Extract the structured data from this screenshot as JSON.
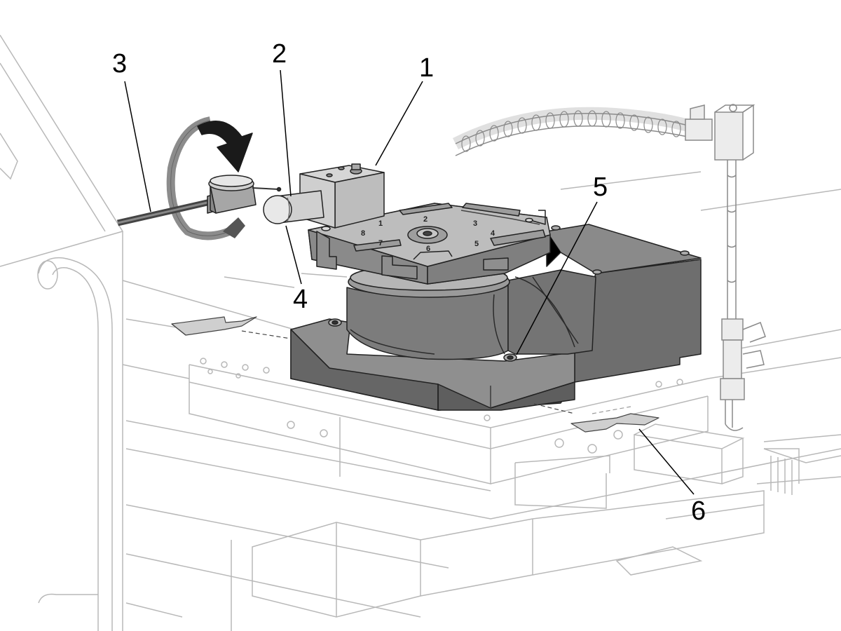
{
  "callouts": [
    {
      "id": "1",
      "label": "1"
    },
    {
      "id": "2",
      "label": "2"
    },
    {
      "id": "3",
      "label": "3"
    },
    {
      "id": "4",
      "label": "4"
    },
    {
      "id": "5",
      "label": "5"
    },
    {
      "id": "6",
      "label": "6"
    }
  ],
  "table_markings": [
    "1",
    "2",
    "3",
    "4",
    "5",
    "6",
    "7",
    "8"
  ],
  "colors": {
    "background": "#ffffff",
    "machine_lines": "#b8b8b8",
    "highlight_body": "#7a7a7a",
    "highlight_dark": "#555555",
    "table_top": "#b3b3b3",
    "block": "#cfcfcf",
    "arrow": "#1a1a1a",
    "ring": "#8c8c8c",
    "leader": "#000000"
  }
}
